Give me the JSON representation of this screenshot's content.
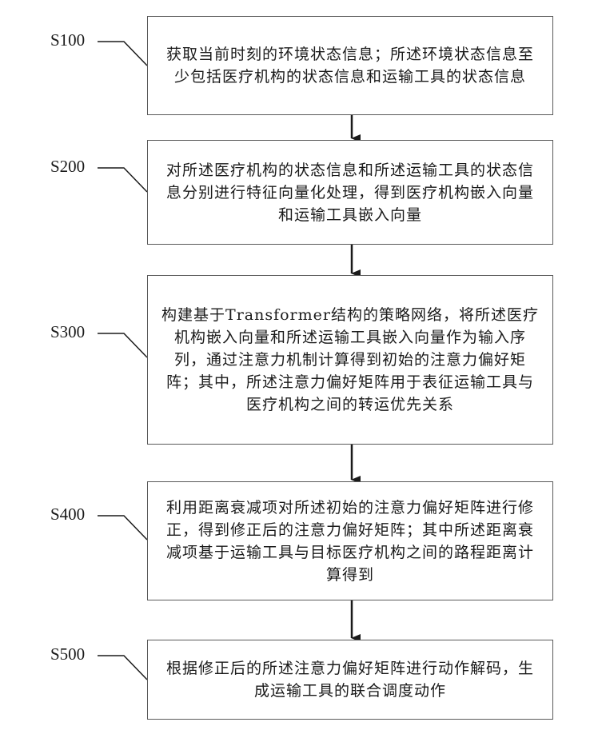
{
  "steps": [
    {
      "label": "S100",
      "text": "获取当前时刻的环境状态信息；所述环境状态信息至少包括医疗机构的状态信息和运输工具的状态信息"
    },
    {
      "label": "S200",
      "text": "对所述医疗机构的状态信息和所述运输工具的状态信息分别进行特征向量化处理，得到医疗机构嵌入向量和运输工具嵌入向量"
    },
    {
      "label": "S300",
      "text": "构建基于Transformer结构的策略网络，将所述医疗机构嵌入向量和所述运输工具嵌入向量作为输入序列，通过注意力机制计算得到初始的注意力偏好矩阵；其中，所述注意力偏好矩阵用于表征运输工具与医疗机构之间的转运优先关系"
    },
    {
      "label": "S400",
      "text": "利用距离衰减项对所述初始的注意力偏好矩阵进行修正，得到修正后的注意力偏好矩阵；其中所述距离衰减项基于运输工具与目标医疗机构之间的路程距离计算得到"
    },
    {
      "label": "S500",
      "text": "根据修正后的所述注意力偏好矩阵进行动作解码，生成运输工具的联合调度动作"
    }
  ]
}
